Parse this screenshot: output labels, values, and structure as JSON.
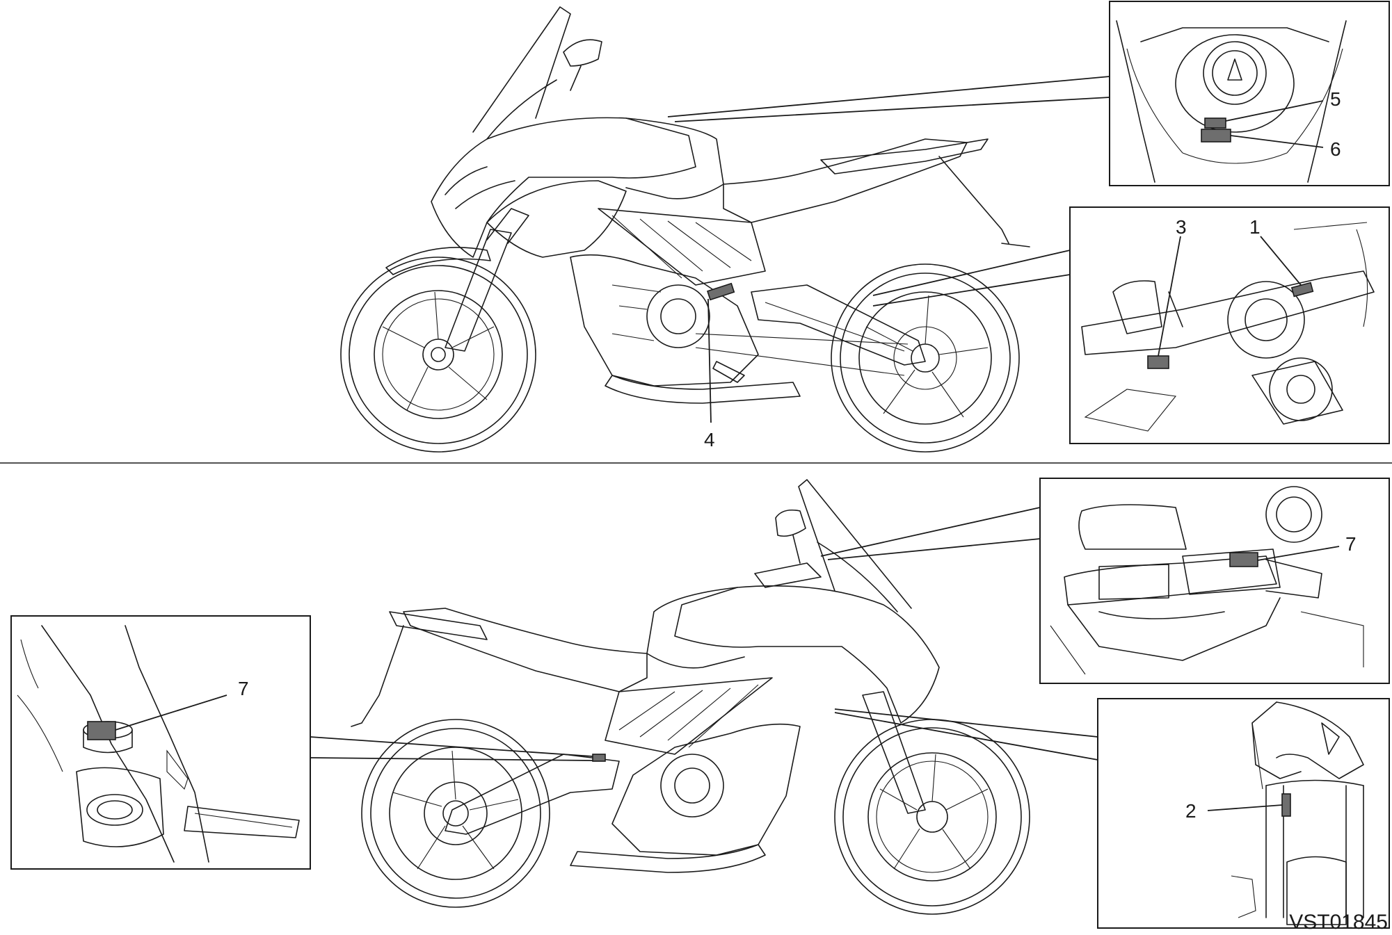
{
  "callouts": {
    "c1": "1",
    "c2": "2",
    "c3": "3",
    "c4": "4",
    "c5": "5",
    "c6": "6",
    "c7a": "7",
    "c7b": "7"
  },
  "drawing_code": "VST01845",
  "colors": {
    "line": "#1a1a1a",
    "label_fill": "#6e6e6e",
    "background": "#ffffff"
  }
}
